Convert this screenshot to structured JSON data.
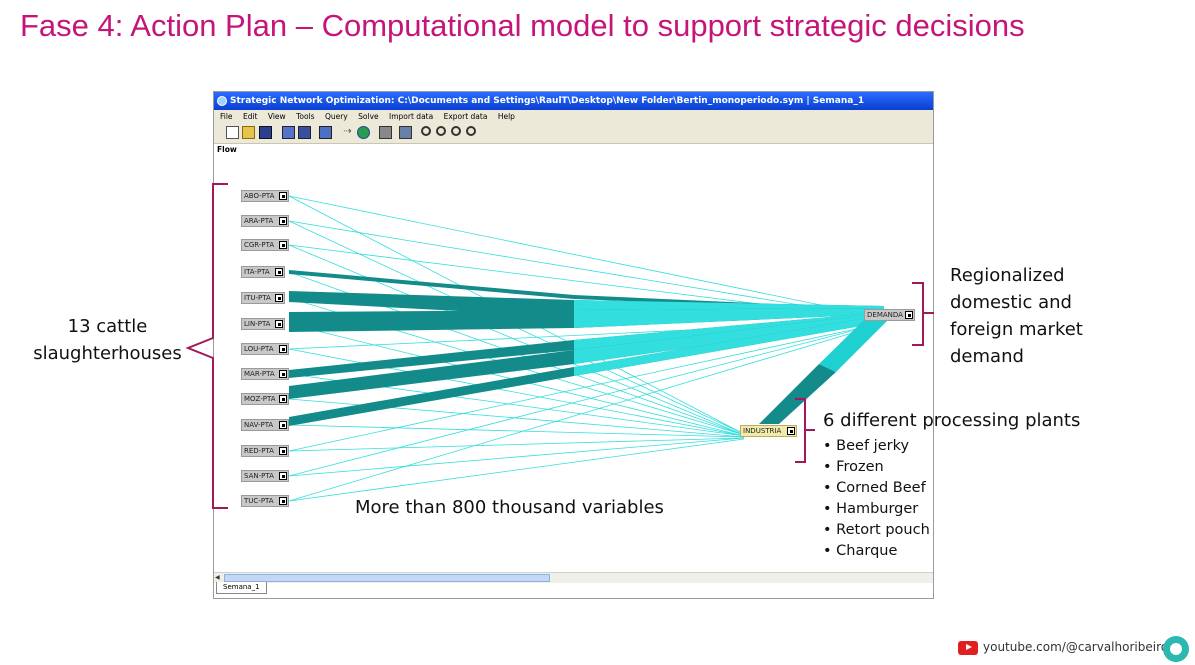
{
  "slide": {
    "title": "Fase 4: Action Plan – Computational model to support strategic decisions"
  },
  "window": {
    "title": "Strategic Network Optimization:   C:\\Documents and Settings\\RaulT\\Desktop\\New Folder\\Bertin_monoperiodo.sym  |  Semana_1",
    "menu": [
      "File",
      "Edit",
      "View",
      "Tools",
      "Query",
      "Solve",
      "Import data",
      "Export data",
      "Help"
    ],
    "view_label": "Flow",
    "sheet_tab": "Semana_1"
  },
  "nodes": {
    "plants": [
      "ABO-PTA",
      "ARA-PTA",
      "CGR-PTA",
      "ITA-PTA",
      "ITU-PTA",
      "LIN-PTA",
      "LOU-PTA",
      "MAR-PTA",
      "MOZ-PTA",
      "NAV-PTA",
      "RED-PTA",
      "SAN-PTA",
      "TUC-PTA"
    ],
    "demand": "DEMANDA",
    "industry": "INDUSTRIA"
  },
  "annotations": {
    "slaughterhouses": "13 cattle slaughterhouses",
    "demand": "Regionalized domestic and foreign market demand",
    "plants_title": "6 different processing plants",
    "plants_list": [
      "Beef jerky",
      "Frozen",
      "Corned Beef",
      "Hamburger",
      "Retort pouch",
      "Charque"
    ],
    "variables": "More than 800 thousand variables"
  },
  "footer": {
    "channel": "youtube.com/@carvalhoribeiro"
  },
  "colors": {
    "title": "#c5157a",
    "flow_light": "#33dede",
    "flow_dark": "#138b8b",
    "bracket": "#a2185a"
  }
}
